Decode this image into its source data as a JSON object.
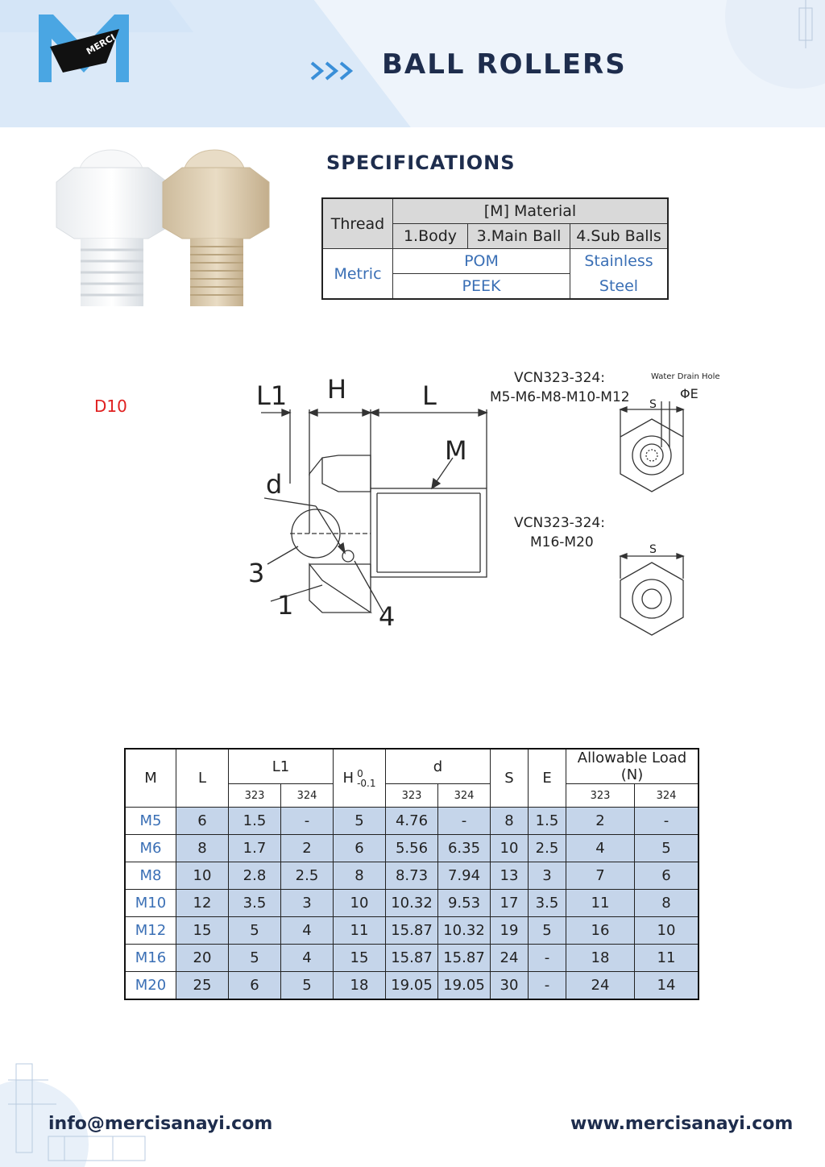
{
  "header": {
    "brand": "MERCI",
    "title": "BALL ROLLERS",
    "chevrons": "»»",
    "colors": {
      "primary": "#1e2d4d",
      "accent_blue": "#3a6fb5",
      "band": "#e3eefb"
    }
  },
  "specs": {
    "heading": "SPECIFICATIONS",
    "thread_label": "Thread",
    "material_label": "[M] Material",
    "col_body": "1.Body",
    "col_main_ball": "3.Main Ball",
    "col_sub_balls": "4.Sub Balls",
    "thread_value": "Metric",
    "pom": "POM",
    "peek": "PEEK",
    "stainless": "Stainless",
    "steel": "Steel"
  },
  "diagram": {
    "side_label": "D10",
    "l1": "L1",
    "h": "H",
    "l": "L",
    "m": "M",
    "d": "d",
    "n1": "1",
    "n3": "3",
    "n4": "4",
    "variant1_title": "VCN323-324:",
    "variant1_sizes": "M5-M6-M8-M10-M12",
    "variant2_title": "VCN323-324:",
    "variant2_sizes": "M16-M20",
    "water_drain": "Water Drain Hole",
    "phi_e": "ΦE",
    "s": "S"
  },
  "dims": {
    "headers": {
      "m": "M",
      "l": "L",
      "l1": "L1",
      "h": "H",
      "h_tol_upper": "0",
      "h_tol_lower": "-0.1",
      "d": "d",
      "s": "S",
      "e": "E",
      "load": "Allowable Load (N)",
      "sub323": "323",
      "sub324": "324"
    },
    "rows": [
      {
        "m": "M5",
        "l": "6",
        "l1_323": "1.5",
        "l1_324": "-",
        "h": "5",
        "d_323": "4.76",
        "d_324": "-",
        "s": "8",
        "e": "1.5",
        "load_323": "2",
        "load_324": "-"
      },
      {
        "m": "M6",
        "l": "8",
        "l1_323": "1.7",
        "l1_324": "2",
        "h": "6",
        "d_323": "5.56",
        "d_324": "6.35",
        "s": "10",
        "e": "2.5",
        "load_323": "4",
        "load_324": "5"
      },
      {
        "m": "M8",
        "l": "10",
        "l1_323": "2.8",
        "l1_324": "2.5",
        "h": "8",
        "d_323": "8.73",
        "d_324": "7.94",
        "s": "13",
        "e": "3",
        "load_323": "7",
        "load_324": "6"
      },
      {
        "m": "M10",
        "l": "12",
        "l1_323": "3.5",
        "l1_324": "3",
        "h": "10",
        "d_323": "10.32",
        "d_324": "9.53",
        "s": "17",
        "e": "3.5",
        "load_323": "11",
        "load_324": "8"
      },
      {
        "m": "M12",
        "l": "15",
        "l1_323": "5",
        "l1_324": "4",
        "h": "11",
        "d_323": "15.87",
        "d_324": "10.32",
        "s": "19",
        "e": "5",
        "load_323": "16",
        "load_324": "10"
      },
      {
        "m": "M16",
        "l": "20",
        "l1_323": "5",
        "l1_324": "4",
        "h": "15",
        "d_323": "15.87",
        "d_324": "15.87",
        "s": "24",
        "e": "-",
        "load_323": "18",
        "load_324": "11"
      },
      {
        "m": "M20",
        "l": "25",
        "l1_323": "6",
        "l1_324": "5",
        "h": "18",
        "d_323": "19.05",
        "d_324": "19.05",
        "s": "30",
        "e": "-",
        "load_323": "24",
        "load_324": "14"
      }
    ]
  },
  "footer": {
    "email": "info@mercisanayi.com",
    "website": "www.mercisanayi.com"
  }
}
